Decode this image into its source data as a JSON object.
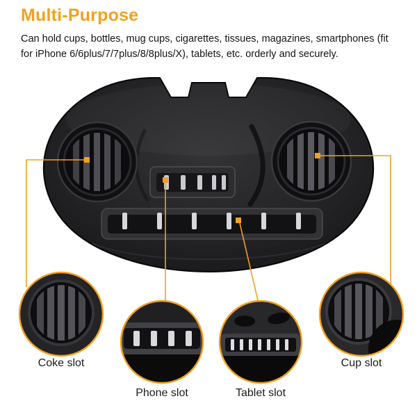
{
  "colors": {
    "accent": "#F5A01E",
    "text": "#141414",
    "background": "#FFFFFF",
    "product": "#1E1E20"
  },
  "header": {
    "title": "Multi-Purpose",
    "description": "Can hold cups, bottles, mug cups, cigarettes, tissues, magazines, smartphones (fit for iPhone 6/6plus/7/7plus/8/8plus/X), tablets, etc. orderly and securely."
  },
  "callouts": [
    {
      "id": "coke-slot",
      "label": "Coke slot"
    },
    {
      "id": "phone-slot",
      "label": "Phone slot"
    },
    {
      "id": "tablet-slot",
      "label": "Tablet slot"
    },
    {
      "id": "cup-slot",
      "label": "Cup slot"
    }
  ]
}
